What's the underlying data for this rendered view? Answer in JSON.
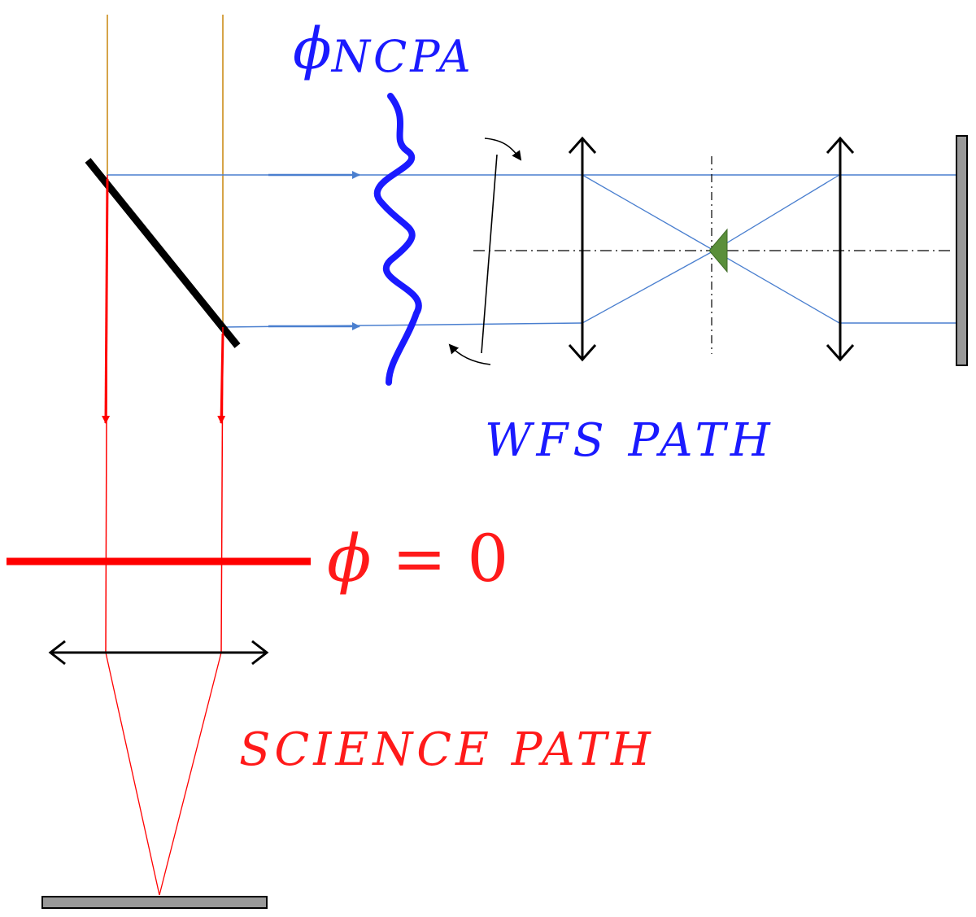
{
  "labels": {
    "ncpa_symbol": "ϕ",
    "ncpa_subscript": "NCPA",
    "wfs_path": "WFS PATH",
    "science_path": "SCIENCE PATH",
    "phi_zero_symbol": "ϕ",
    "phi_zero_rest": " = 0"
  },
  "colors": {
    "wfs_beam": "#4a7fcf",
    "science_beam": "#ff0000",
    "incoming_beam": "#c8860b",
    "ncpa_wave": "#1a1aff",
    "wfs_text": "#1a1aff",
    "science_text": "#ff1a1a",
    "optics": "#000000",
    "detector": "#999999",
    "pyramid": "#5a8f3a"
  }
}
